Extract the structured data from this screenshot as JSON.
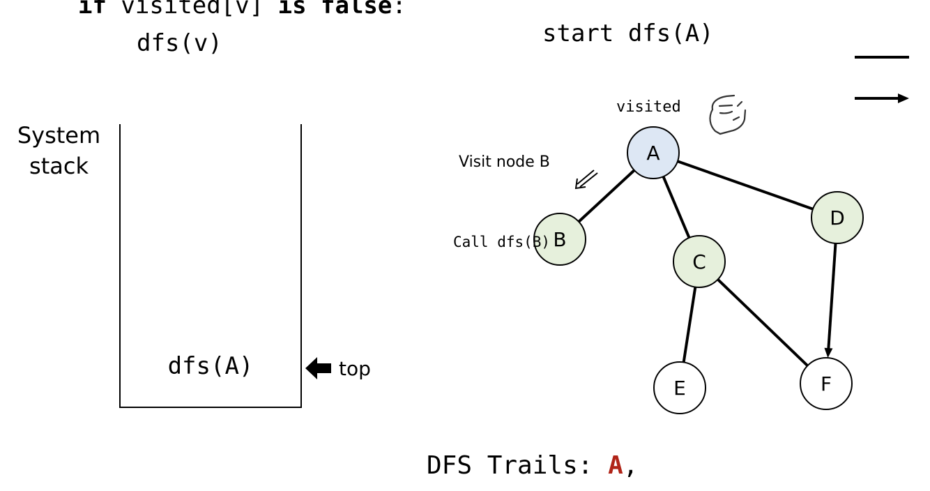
{
  "code": {
    "line1_kw1": "if",
    "line1_mid": " visited[v] ",
    "line1_kw2": "is false",
    "line1_end": ":",
    "line2": "dfs(v)"
  },
  "status": "start dfs(A)",
  "stack": {
    "label_line1": "System",
    "label_line2": "stack",
    "frames": [
      "dfs(A)"
    ],
    "top_label": "top"
  },
  "annotation": {
    "visit_line1": "Visit node B",
    "visit_line2": "Call dfs(B)",
    "visited_label": "visited"
  },
  "graph": {
    "nodes": [
      {
        "id": "A",
        "state": "visited"
      },
      {
        "id": "B",
        "state": "discovered"
      },
      {
        "id": "C",
        "state": "discovered"
      },
      {
        "id": "D",
        "state": "discovered"
      },
      {
        "id": "E",
        "state": "unvisited"
      },
      {
        "id": "F",
        "state": "unvisited"
      }
    ],
    "edges": [
      {
        "from": "A",
        "to": "B",
        "directed": false
      },
      {
        "from": "A",
        "to": "C",
        "directed": false
      },
      {
        "from": "A",
        "to": "D",
        "directed": false
      },
      {
        "from": "C",
        "to": "E",
        "directed": false
      },
      {
        "from": "C",
        "to": "F",
        "directed": false
      },
      {
        "from": "D",
        "to": "F",
        "directed": true
      }
    ],
    "colors": {
      "visited": "#dde7f4",
      "discovered": "#e6f0dc",
      "unvisited": "#ffffff",
      "stroke": "#000000"
    }
  },
  "legend_icons": [
    "undirected-edge-icon",
    "directed-edge-icon"
  ],
  "trails": {
    "label": "DFS Trails: ",
    "nodes": [
      "A"
    ],
    "separator": ",",
    "highlight_color": "#b02418"
  }
}
